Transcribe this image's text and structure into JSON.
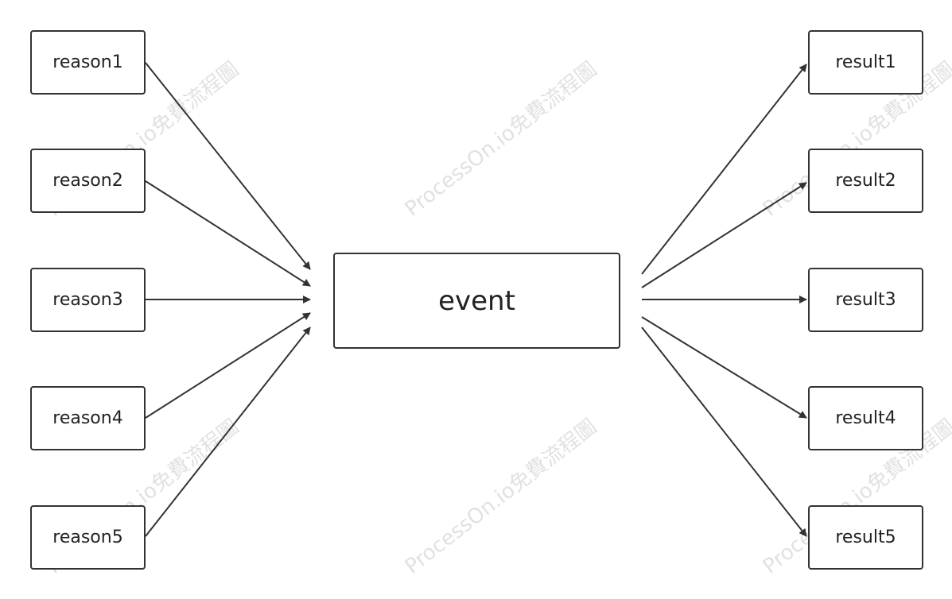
{
  "event": {
    "label": "event"
  },
  "reasons": [
    {
      "label": "reason1"
    },
    {
      "label": "reason2"
    },
    {
      "label": "reason3"
    },
    {
      "label": "reason4"
    },
    {
      "label": "reason5"
    }
  ],
  "results": [
    {
      "label": "result1"
    },
    {
      "label": "result2"
    },
    {
      "label": "result3"
    },
    {
      "label": "result4"
    },
    {
      "label": "result5"
    }
  ],
  "watermark": {
    "text": "ProcessOn.io免費流程圖"
  },
  "colors": {
    "stroke": "#333333",
    "text": "#222222",
    "background": "#ffffff",
    "watermark": "#c9c9c9"
  }
}
